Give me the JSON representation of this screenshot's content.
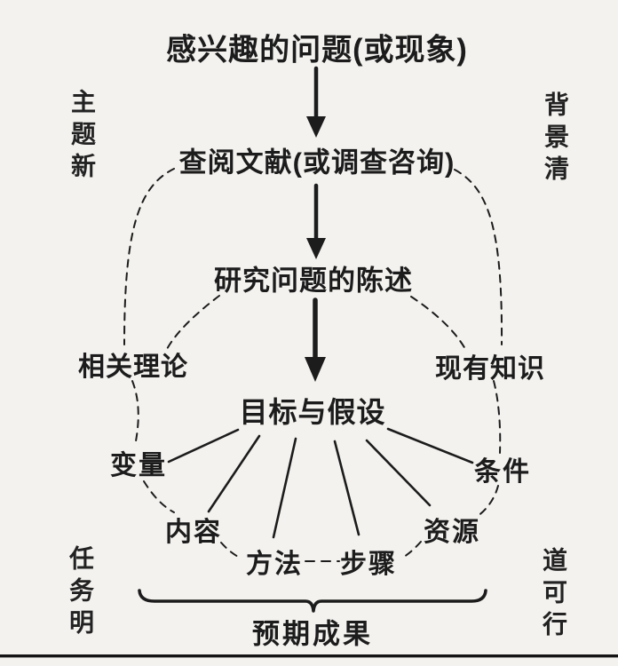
{
  "page": {
    "paper_color": "#f3f2ef",
    "ink_color": "#1c1c1c"
  },
  "flow": {
    "step1": "感兴趣的问题(或现象)",
    "step2": "查阅文献(或调查咨询)",
    "step3": "研究问题的陈述",
    "hub": "目标与假设"
  },
  "context_labels": {
    "left": "相关理论",
    "right": "现有知识"
  },
  "spokes": [
    "变量",
    "内容",
    "方法",
    "步骤",
    "资源",
    "条件"
  ],
  "corner_notes": {
    "top_left": "主题新",
    "top_right": "背景清",
    "bottom_left": "任务明",
    "bottom_right": "道可行"
  },
  "outcome": {
    "label": "预期成果"
  }
}
